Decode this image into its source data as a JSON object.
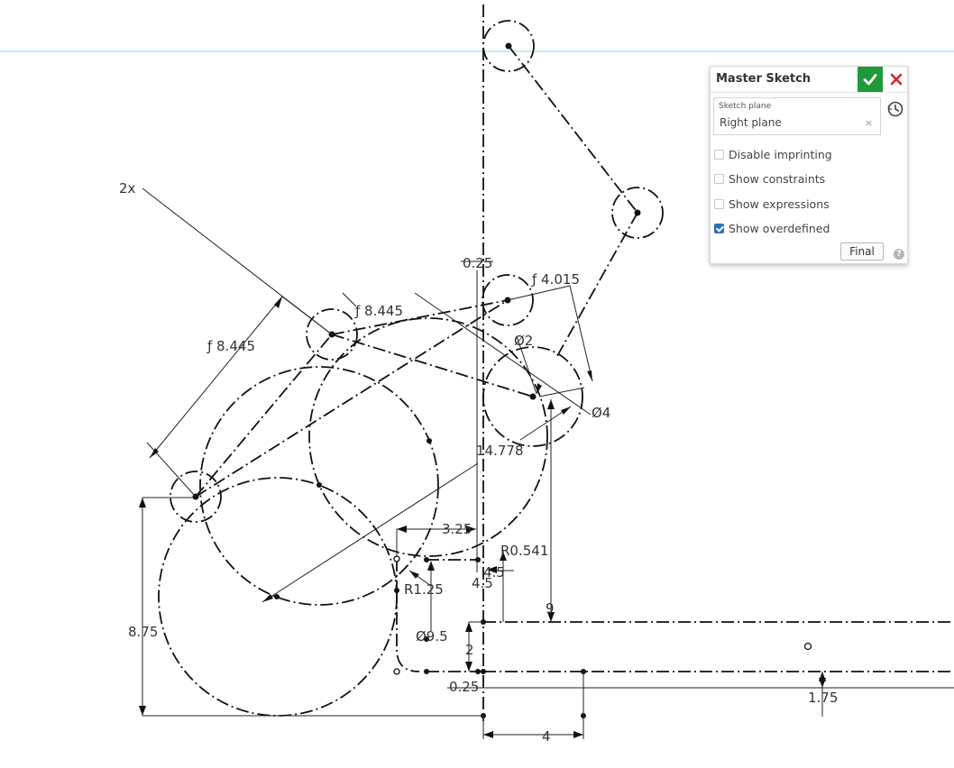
{
  "panel": {
    "title": "Master Sketch",
    "sketch_plane_label": "Sketch plane",
    "sketch_plane_value": "Right plane",
    "clear_glyph": "×",
    "options": [
      {
        "label": "Disable imprinting",
        "checked": false
      },
      {
        "label": "Show constraints",
        "checked": false
      },
      {
        "label": "Show expressions",
        "checked": false
      },
      {
        "label": "Show overdefined",
        "checked": true
      }
    ],
    "final_label": "Final",
    "help_glyph": "?",
    "icons": [
      "checkmark-icon",
      "close-icon",
      "history-icon",
      "help-icon"
    ],
    "colors": {
      "accept": "#1e9a3a",
      "cancel": "#c8282e",
      "checkbox_checked": "#2c6fc2",
      "plane_line": "#8fd3ea"
    }
  },
  "sketch": {
    "dimensions": {
      "pattern_count": "2x",
      "dia_8445_left": "ƒ 8.445",
      "dia_8445_top": "ƒ 8.445",
      "dia_4015": "ƒ 4.015",
      "dia_2": "Ø2",
      "dia_4": "Ø4",
      "offset_025_top": "0.25",
      "len_14778": "14.778",
      "len_325": "3.25",
      "radius_0541": "R0.541",
      "val_45a": "4.5",
      "val_45b": "4.5",
      "radius_125": "R1.25",
      "val_9": "9",
      "dia_95": "Ø9.5",
      "val_2": "2",
      "val_875": "8.75",
      "offset_025_bottom": "0.25",
      "val_175": "1.75",
      "val_4": "4"
    }
  }
}
